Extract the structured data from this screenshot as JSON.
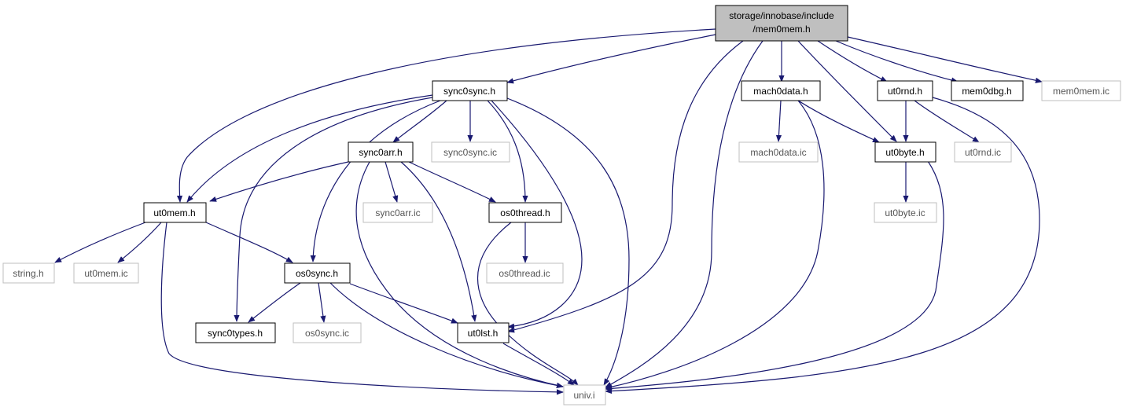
{
  "colors": {
    "edge": "#191970",
    "node_border_solid": "#000000",
    "node_border_grey": "#bfbfbf",
    "root_fill": "#bfbfbf",
    "node_fill": "#ffffff",
    "text": "#000000",
    "text_grey": "#555555"
  },
  "root": {
    "line1": "storage/innobase/include",
    "line2": "/mem0mem.h"
  },
  "nodes": {
    "sync0sync_h": "sync0sync.h",
    "mach0data_h": "mach0data.h",
    "ut0rnd_h": "ut0rnd.h",
    "mem0dbg_h": "mem0dbg.h",
    "mem0mem_ic": "mem0mem.ic",
    "sync0arr_h": "sync0arr.h",
    "sync0sync_ic": "sync0sync.ic",
    "mach0data_ic": "mach0data.ic",
    "ut0byte_h": "ut0byte.h",
    "ut0rnd_ic": "ut0rnd.ic",
    "ut0mem_h": "ut0mem.h",
    "sync0arr_ic": "sync0arr.ic",
    "os0thread_h": "os0thread.h",
    "ut0byte_ic": "ut0byte.ic",
    "string_h": "string.h",
    "ut0mem_ic": "ut0mem.ic",
    "os0sync_h": "os0sync.h",
    "os0thread_ic": "os0thread.ic",
    "sync0types_h": "sync0types.h",
    "os0sync_ic": "os0sync.ic",
    "ut0lst_h": "ut0lst.h",
    "univ_i": "univ.i"
  }
}
